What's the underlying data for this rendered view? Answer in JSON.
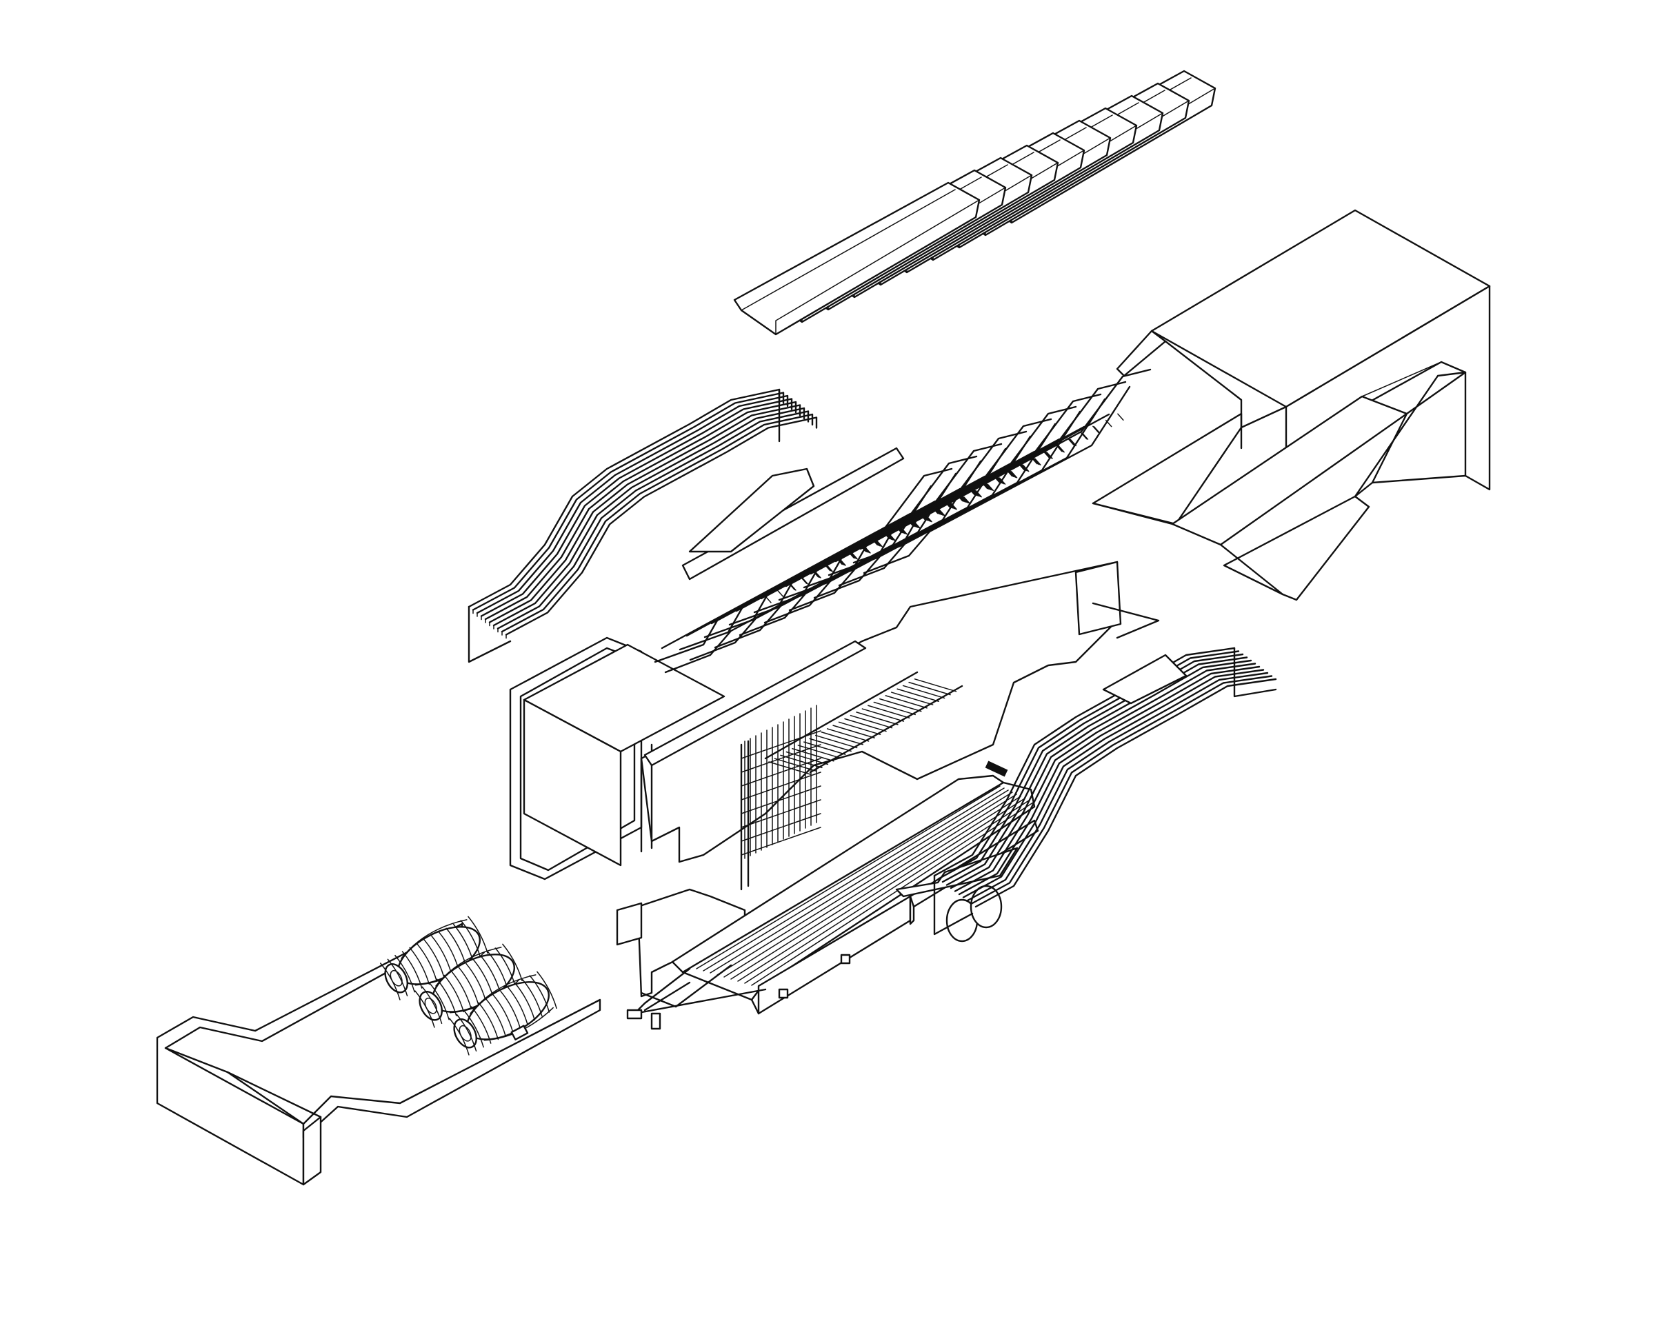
{
  "figure": {
    "kind": "exploded axonometric line drawing",
    "background": "#ffffff",
    "stroke": "#111111",
    "components": [
      {
        "id": "roof-slats"
      },
      {
        "id": "canopy-shell"
      },
      {
        "id": "left-wave-fins"
      },
      {
        "id": "seating-module"
      },
      {
        "id": "right-wave-fins"
      },
      {
        "id": "trailer-chassis"
      },
      {
        "id": "base-tray"
      },
      {
        "id": "pods"
      }
    ]
  }
}
